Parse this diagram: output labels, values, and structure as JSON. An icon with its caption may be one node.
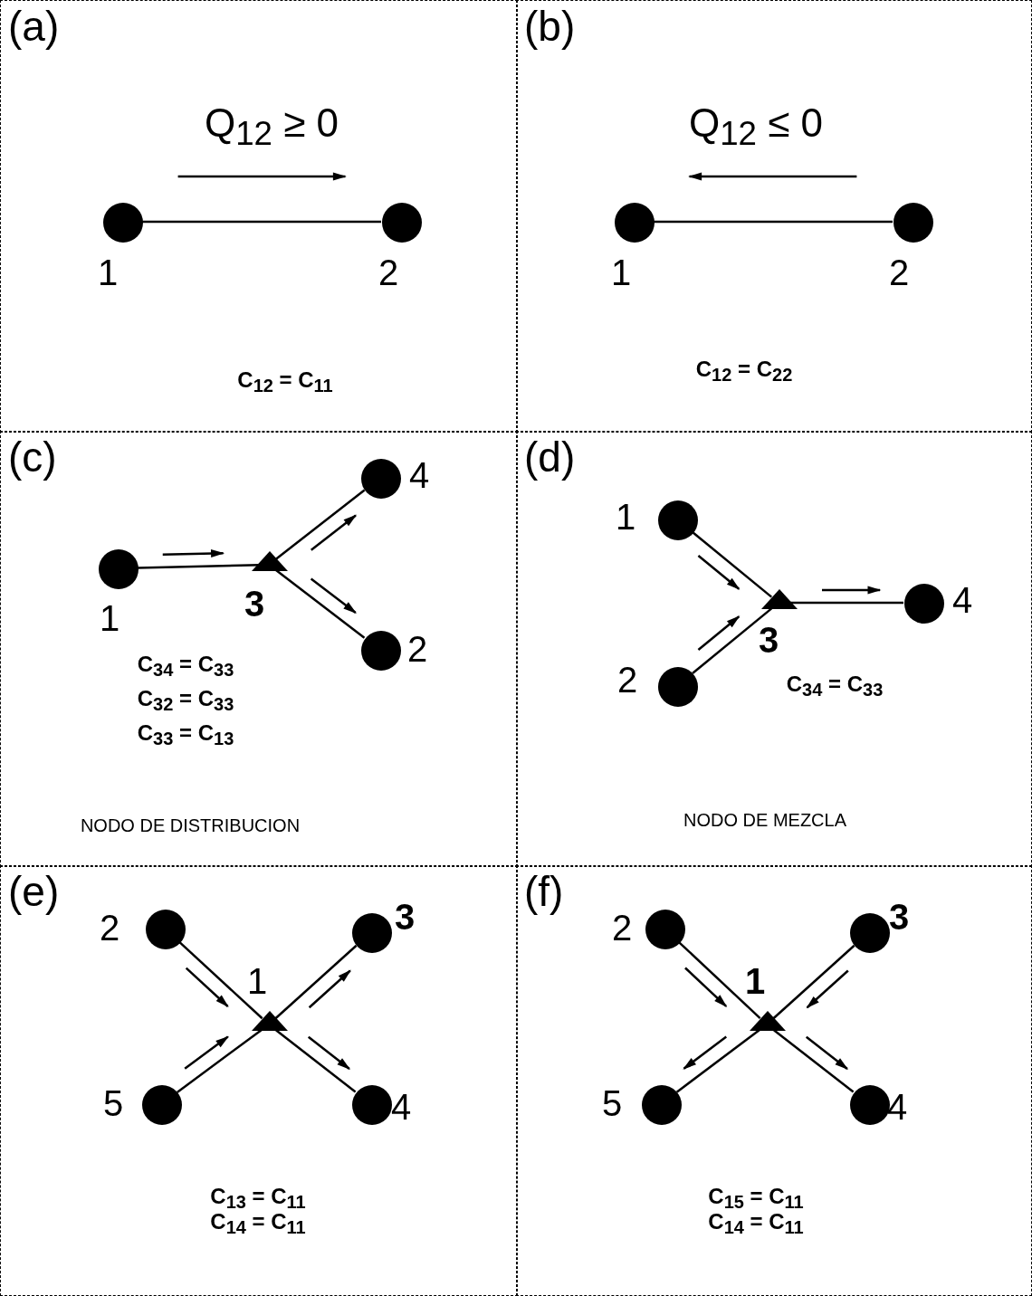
{
  "diagram": {
    "nodes": [
      {
        "text": [
          "(a)"
        ]
      },
      {
        "text": [
          "1"
        ],
        "in": 0
      },
      {
        "text": [
          "2"
        ],
        "in": 0
      },
      {
        "text": [
          "(b)"
        ]
      },
      {
        "text": [
          "1"
        ],
        "in": 3
      },
      {
        "text": [
          "2"
        ],
        "in": 3
      },
      {
        "text": [
          "(c)"
        ]
      },
      {
        "text": [
          "1"
        ],
        "in": 6
      },
      {
        "text": [
          "3"
        ],
        "in": 6
      },
      {
        "text": [
          "4"
        ],
        "in": 6
      },
      {
        "text": [
          "2"
        ],
        "in": 6
      },
      {
        "text": [
          "(d)"
        ]
      },
      {
        "text": [
          "1"
        ],
        "in": 11
      },
      {
        "text": [
          "2"
        ],
        "in": 11
      },
      {
        "text": [
          "3"
        ],
        "in": 11
      },
      {
        "text": [
          "4"
        ],
        "in": 11
      },
      {
        "text": [
          "(e)"
        ]
      },
      {
        "text": [
          "2"
        ],
        "in": 16
      },
      {
        "text": [
          "3"
        ],
        "in": 16
      },
      {
        "text": [
          "1"
        ],
        "in": 16
      },
      {
        "text": [
          "5"
        ],
        "in": 16
      },
      {
        "text": [
          "4"
        ],
        "in": 16
      },
      {
        "text": [
          "(f)"
        ]
      },
      {
        "text": [
          "2"
        ],
        "in": 22
      },
      {
        "text": [
          "3"
        ],
        "in": 22
      },
      {
        "text": [
          "1"
        ],
        "in": 22
      },
      {
        "text": [
          "5"
        ],
        "in": 22
      },
      {
        "text": [
          "4"
        ],
        "in": 22
      }
    ],
    "edges": [
      {
        "from": 1,
        "to": 2,
        "arrow": "none"
      },
      {
        "from": 4,
        "to": 5,
        "arrow": "none"
      },
      {
        "from": 7,
        "to": 8,
        "arrow": "none"
      },
      {
        "from": 8,
        "to": 9,
        "arrow": "none"
      },
      {
        "from": 8,
        "to": 10,
        "arrow": "none"
      },
      {
        "from": 12,
        "to": 14,
        "arrow": "none"
      },
      {
        "from": 13,
        "to": 14,
        "arrow": "none"
      },
      {
        "from": 14,
        "to": 15,
        "arrow": "none"
      },
      {
        "from": 17,
        "to": 19,
        "arrow": "none"
      },
      {
        "from": 19,
        "to": 18,
        "arrow": "none"
      },
      {
        "from": 20,
        "to": 19,
        "arrow": "none"
      },
      {
        "from": 19,
        "to": 21,
        "arrow": "none"
      },
      {
        "from": 23,
        "to": 25,
        "arrow": "none"
      },
      {
        "from": 24,
        "to": 25,
        "arrow": "none"
      },
      {
        "from": 25,
        "to": 26,
        "arrow": "none"
      },
      {
        "from": 25,
        "to": 27,
        "arrow": "none"
      }
    ],
    "labels": [
      "Q$_{12}$ ≥ 0",
      "C$_{12}$ = C$_{11}$",
      "Q$_{12}$ ≤ 0",
      "C$_{12}$ = C$_{22}$",
      "C$_{34}$ = C$_{33}$",
      "C$_{32}$ = C$_{33}$",
      "C$_{33}$ = C$_{13}$",
      "NODO DE DISTRIBUCION",
      "C$_{34}$ = C$_{33}$",
      "NODO DE MEZCLA",
      "C$_{13}$ = C$_{11}$",
      "C$_{14}$ = C$_{11}$",
      "C$_{15}$ = C$_{11}$",
      "C$_{14}$ = C$_{11}$"
    ]
  }
}
